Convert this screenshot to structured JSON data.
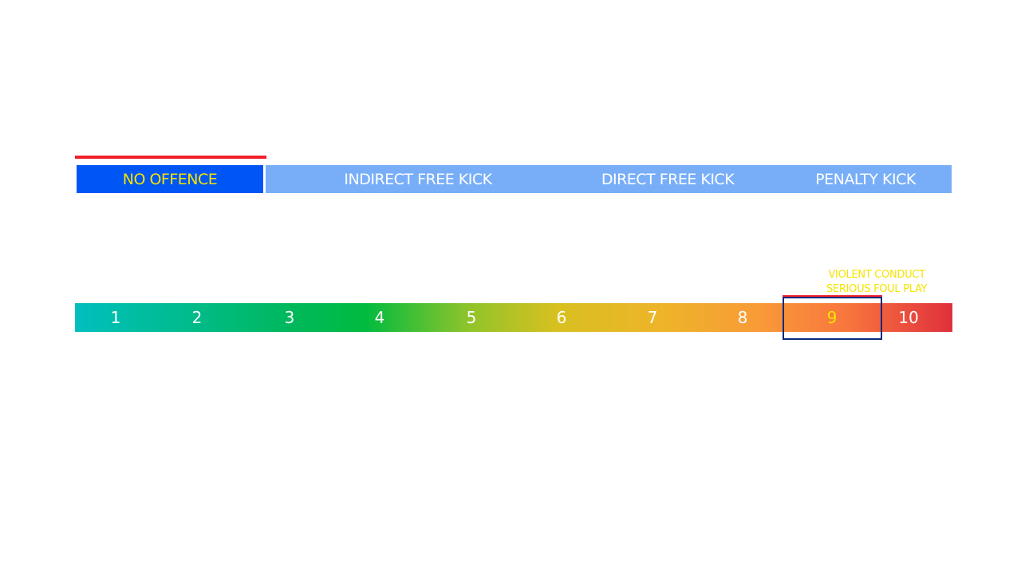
{
  "categories": {
    "no_offence": "NO OFFENCE",
    "indirect": "INDIRECT FREE KICK",
    "direct": "DIRECT FREE KICK",
    "penalty": "PENALTY KICK"
  },
  "scale": {
    "numbers": [
      "1",
      "2",
      "3",
      "4",
      "5",
      "6",
      "7",
      "8",
      "9",
      "10"
    ],
    "highlighted": "9"
  },
  "annotation": {
    "line1": "VIOLENT CONDUCT",
    "line2": "SERIOUS FOUL PLAY"
  },
  "colors": {
    "highlight_text": "#f5e400",
    "marker_red": "#f0202c",
    "box_border": "#0a2a7a",
    "no_offence_bg": "#0055f5",
    "other_bg": "#78aef8"
  }
}
